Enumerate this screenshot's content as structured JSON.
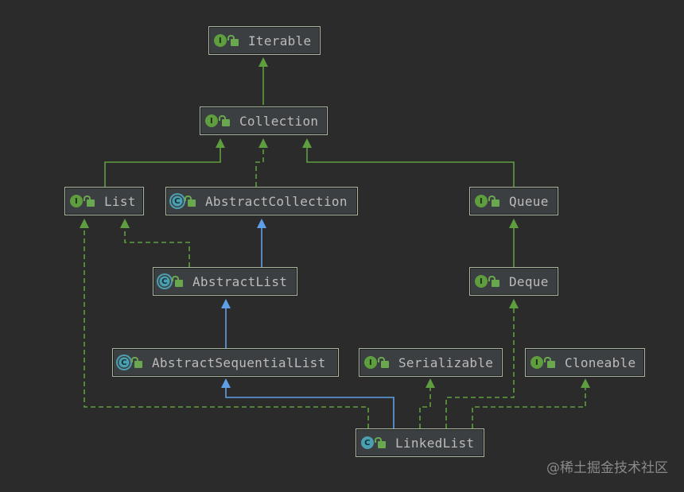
{
  "nodes": {
    "iterable": {
      "label": "Iterable",
      "kind": "interface",
      "badge": "I"
    },
    "collection": {
      "label": "Collection",
      "kind": "interface",
      "badge": "I"
    },
    "list": {
      "label": "List",
      "kind": "interface",
      "badge": "I"
    },
    "abstract_collection": {
      "label": "AbstractCollection",
      "kind": "abstract",
      "badge": "C"
    },
    "queue": {
      "label": "Queue",
      "kind": "interface",
      "badge": "I"
    },
    "abstract_list": {
      "label": "AbstractList",
      "kind": "abstract",
      "badge": "C"
    },
    "deque": {
      "label": "Deque",
      "kind": "interface",
      "badge": "I"
    },
    "abstract_sequential_list": {
      "label": "AbstractSequentialList",
      "kind": "abstract",
      "badge": "C"
    },
    "serializable": {
      "label": "Serializable",
      "kind": "interface",
      "badge": "I"
    },
    "cloneable": {
      "label": "Cloneable",
      "kind": "interface",
      "badge": "I"
    },
    "linked_list": {
      "label": "LinkedList",
      "kind": "class",
      "badge": "C"
    }
  },
  "colors": {
    "background": "#2b2b2b",
    "node_fill": "#3c3f41",
    "extends_interface": "#5f9e3e",
    "extends_class": "#5e9fe8",
    "text": "#bbbbbb"
  },
  "watermark": "@稀土掘金技术社区"
}
